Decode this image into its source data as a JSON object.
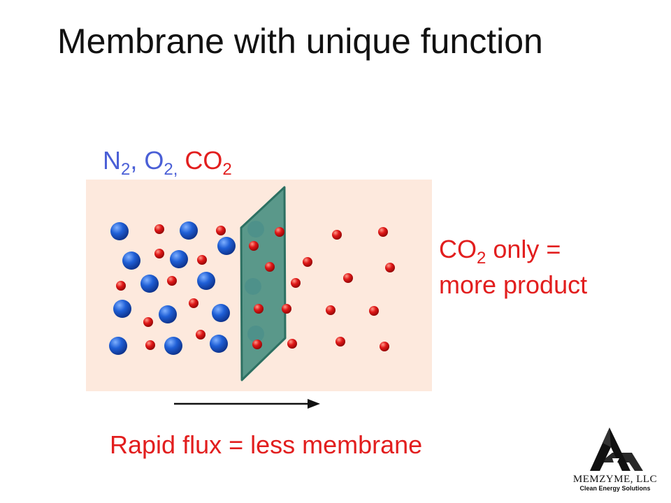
{
  "title": "Membrane with unique function",
  "gas_label": {
    "n2": "N",
    "n2_sub": "2",
    "sep1": ", ",
    "o2": "O",
    "o2_sub": "2,",
    "sep2": " ",
    "co2": "CO",
    "co2_sub": "2"
  },
  "product_label": {
    "co2": "CO",
    "co2_sub": "2",
    "line1_rest": " only =",
    "line2": "more product"
  },
  "flux_label": "Rapid flux = less membrane",
  "logo": {
    "name": "MEMZYME, LLC",
    "tagline": "Clean Energy Solutions"
  },
  "colors": {
    "feed_background": "#fde9dd",
    "n2_o2_molecule": "#1f5fd6",
    "co2_molecule": "#e01818",
    "membrane": "#3d8a7b",
    "label_blue": "#4a5fd6",
    "label_red": "#e21e1e"
  }
}
